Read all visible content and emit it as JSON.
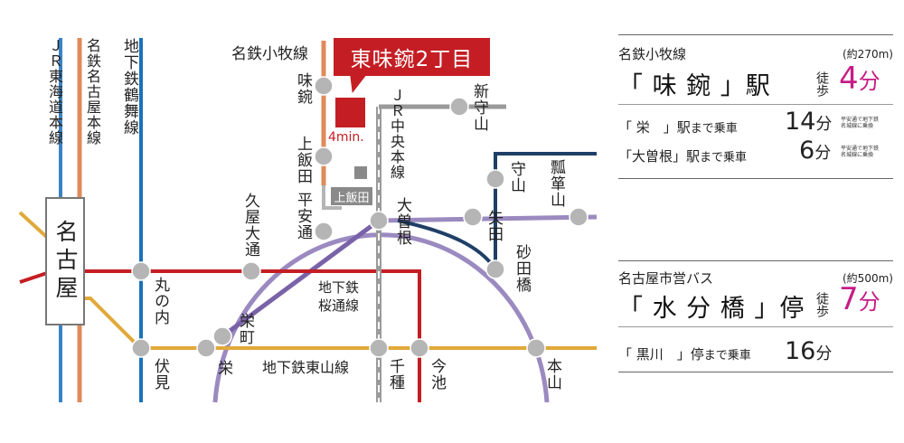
{
  "colors": {
    "jr_tokaido": "#3a82c4",
    "meitetsu_nagoya": "#e08a5a",
    "tsurumai": "#1a72b8",
    "meitetsu_komaki": "#e08a5a",
    "jr_chuo": "#9a9a9a",
    "sakuradori": "#c41e24",
    "higashiyama": "#e0a93a",
    "meijo": "#9b8ac0",
    "kamiiida_line": "#7a62a8",
    "seto": "#1f3f66",
    "station": "#b5b5b5",
    "destination": "#c41e24",
    "walk_accent": "#c61c86"
  },
  "map": {
    "line_labels": {
      "jr_tokaido": "ＪＲ東海道本線",
      "meitetsu_nagoya": "名鉄名古屋本線",
      "tsurumai": "地下鉄鶴舞線",
      "meitetsu_komaki": "名鉄小牧線",
      "jr_chuo": "ＪＲ中央本線",
      "sakuradori": "地下鉄桜通線",
      "higashiyama": "地下鉄東山線"
    },
    "stations": {
      "nagoya": "名古屋",
      "ajiyoshi": "味鋺",
      "kamiiida": "上飯田",
      "heian_dori": "平安通",
      "ozone": "大曽根",
      "shin_moriyama": "新守山",
      "moriyama": "守山",
      "yada": "矢田",
      "hyotanyama": "瓢箪山",
      "sunadabashi": "砂田橋",
      "hisaya_odori": "久屋大通",
      "marunouchi": "丸の内",
      "fushimi": "伏見",
      "sakae_machi": "栄町",
      "sakae": "栄",
      "chikusa": "千種",
      "imaike": "今池",
      "motoyama": "本山"
    },
    "destination_label": "東味鋺2丁目",
    "destination_time": "4min.",
    "kamiiida_tag": "上飯田"
  },
  "panel1": {
    "line": "名鉄小牧線",
    "approx": "(約270m)",
    "station": "「 味 鋺 」駅",
    "walk_label": "徒歩",
    "walk_num": "4",
    "walk_unit": "分",
    "rows": [
      {
        "name": "「 栄　」駅",
        "suffix": "まで乗車",
        "num": "14",
        "unit": "分",
        "note": "平安通で地下鉄名城線に乗換"
      },
      {
        "name": "「大曽根」駅",
        "suffix": "まで乗車",
        "num": "6",
        "unit": "分",
        "note": "平安通で地下鉄名城線に乗換"
      }
    ]
  },
  "panel2": {
    "line": "名古屋市営バス",
    "approx": "(約500m)",
    "station": "「 水 分 橋 」停",
    "walk_label": "徒歩",
    "walk_num": "7",
    "walk_unit": "分",
    "rows": [
      {
        "name": "「 黒川　」停",
        "suffix": "まで乗車",
        "num": "16",
        "unit": "分"
      }
    ]
  }
}
